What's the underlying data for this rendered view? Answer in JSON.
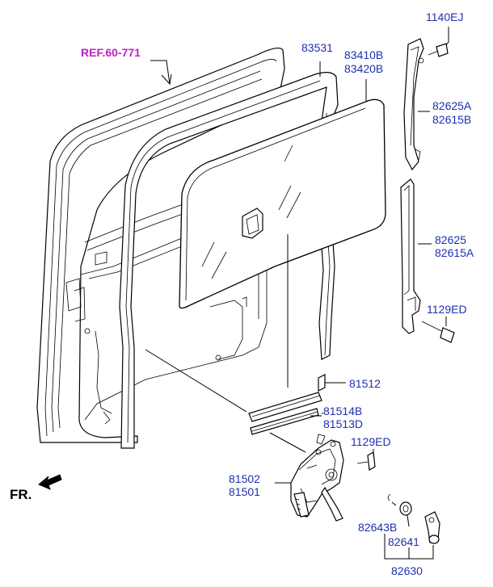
{
  "ref_label": "REF.60-771",
  "orientation_label": "FR.",
  "parts": {
    "p1140ej": "1140EJ",
    "p83531": "83531",
    "p83410b": "83410B",
    "p83420b": "83420B",
    "p82625a": "82625A",
    "p82615b": "82615B",
    "p82625": "82625",
    "p82615a": "82615A",
    "p1129ed_top": "1129ED",
    "p81512": "81512",
    "p81514b": "81514B",
    "p81513d": "81513D",
    "p1129ed_mid": "1129ED",
    "p81502": "81502",
    "p81501": "81501",
    "p82643b": "82643B",
    "p82641": "82641",
    "p82630": "82630"
  }
}
